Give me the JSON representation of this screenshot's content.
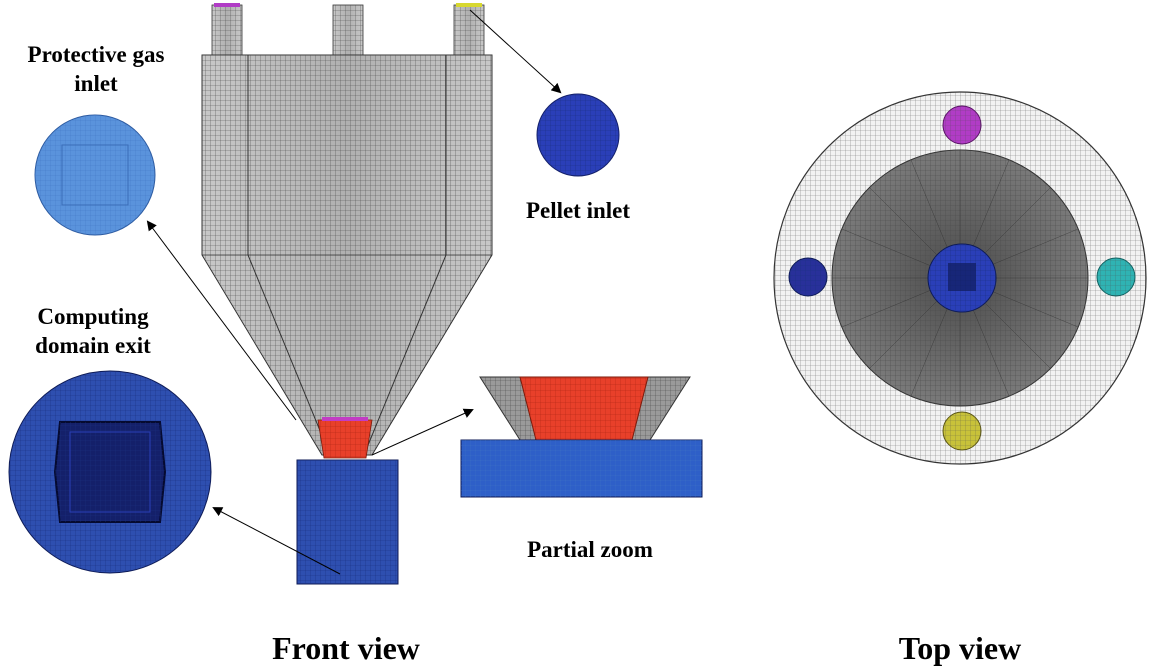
{
  "labels": {
    "protective_gas_inlet_line1": "Protective gas",
    "protective_gas_inlet_line2": "inlet",
    "pellet_inlet": "Pellet inlet",
    "computing_domain_exit_line1": "Computing",
    "computing_domain_exit_line2": "domain exit",
    "partial_zoom": "Partial zoom",
    "front_view": "Front view",
    "top_view": "Top view"
  },
  "colors": {
    "mesh_gray": "#b4b4b4",
    "mesh_dark": "#5f5f5f",
    "exit_blue": "#2e4fb0",
    "gas_inlet_blue": "#5a93dc",
    "pellet_blue": "#2a3fb8",
    "zoom_red": "#e8402a",
    "inlet_magenta": "#b13cc6",
    "inlet_cyan": "#2fb3b3",
    "inlet_yellow": "#c8c23a",
    "inlet_navy": "#28309a"
  }
}
